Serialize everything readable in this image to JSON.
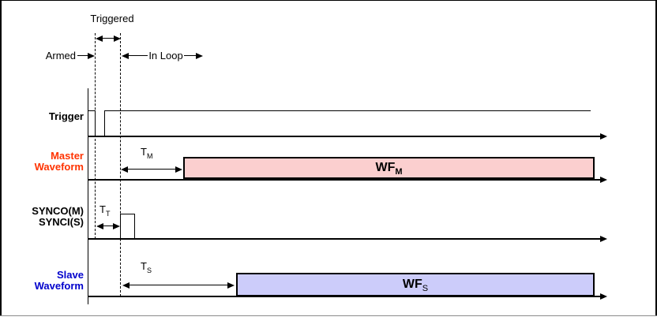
{
  "annotations": {
    "triggered": "Triggered",
    "armed": "Armed",
    "in_loop": "In Loop",
    "tm": {
      "base": "T",
      "sub": "M"
    },
    "tt": {
      "base": "T",
      "sub": "T"
    },
    "ts": {
      "base": "T",
      "sub": "S"
    }
  },
  "rows": {
    "trigger": {
      "label": "Trigger"
    },
    "master": {
      "line1": "Master",
      "line2": "Waveform",
      "wf": {
        "base": "WF",
        "sub": "M"
      }
    },
    "sync": {
      "line1": "SYNCO(M)",
      "line2": "SYNCI(S)"
    },
    "slave": {
      "line1": "Slave",
      "line2": "Waveform",
      "wf": {
        "base": "WF",
        "sub": "S"
      }
    }
  },
  "colors": {
    "master_text": "#FF3300",
    "slave_text": "#0000CC",
    "wfm_fill": "#FBCFCF",
    "wfs_fill": "#CCCCFA",
    "line": "#000000"
  }
}
